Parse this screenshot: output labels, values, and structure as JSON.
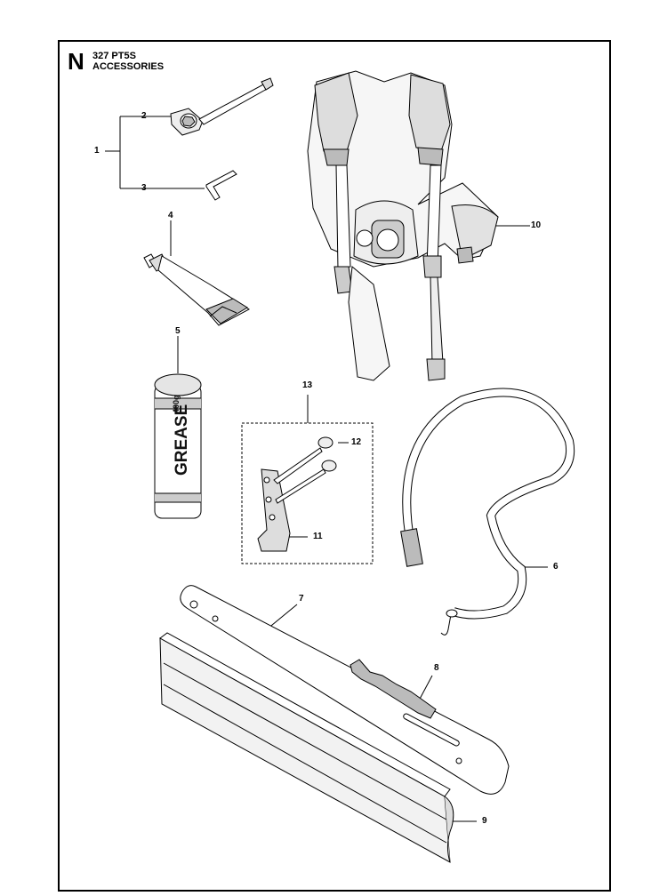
{
  "header": {
    "section_letter": "N",
    "model": "327 PT5S",
    "category": "ACCESSORIES"
  },
  "callouts": [
    "1",
    "2",
    "3",
    "4",
    "5",
    "6",
    "7",
    "8",
    "9",
    "10",
    "11",
    "12",
    "13"
  ],
  "labels": {
    "grease_word": "GREASE",
    "grease_weight": "400g"
  }
}
